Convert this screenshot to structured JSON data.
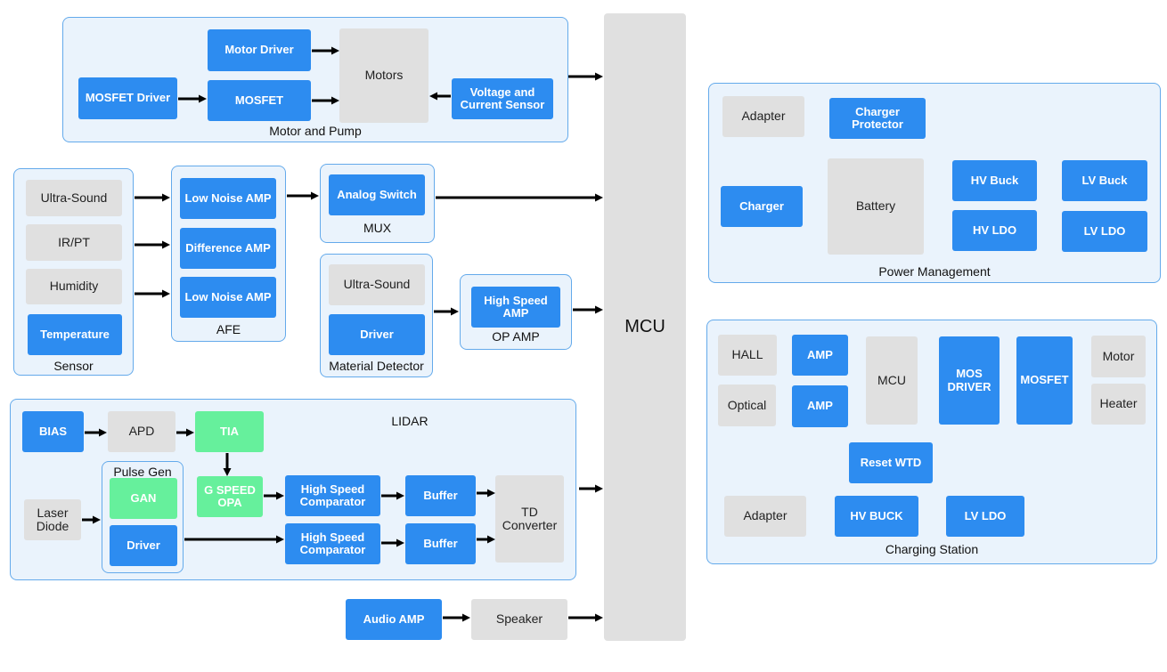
{
  "diagram": {
    "mcu": {
      "label": "MCU"
    },
    "motor_and_pump": {
      "title": "Motor and Pump",
      "motor_driver": "Motor Driver",
      "mosfet_driver": "MOSFET Driver",
      "mosfet": "MOSFET",
      "motors": "Motors",
      "voltage_current_sensor": "Voltage and Current Sensor"
    },
    "sensor": {
      "title": "Sensor",
      "items": [
        "Ultra-Sound",
        "IR/PT",
        "Humidity",
        "Temperature"
      ]
    },
    "afe": {
      "title": "AFE",
      "items": [
        "Low Noise AMP",
        "Difference AMP",
        "Low Noise AMP"
      ]
    },
    "mux": {
      "title": "MUX",
      "analog_switch": "Analog Switch"
    },
    "material_detector": {
      "title": "Material Detector",
      "ultra_sound": "Ultra-Sound",
      "driver": "Driver"
    },
    "op_amp": {
      "title": "OP AMP",
      "high_speed_amp": "High Speed AMP"
    },
    "lidar": {
      "title": "LIDAR",
      "bias": "BIAS",
      "apd": "APD",
      "tia": "TIA",
      "laser_diode": "Laser Diode",
      "pulse_gen": {
        "title": "Pulse Gen",
        "gan": "GAN",
        "driver": "Driver"
      },
      "g_speed_opa": "G SPEED OPA",
      "comparators": [
        "High Speed Comparator",
        "High Speed Comparator"
      ],
      "buffers": [
        "Buffer",
        "Buffer"
      ],
      "td_converter": "TD Converter"
    },
    "audio": {
      "audio_amp": "Audio AMP",
      "speaker": "Speaker"
    },
    "power_management": {
      "title": "Power Management",
      "adapter": "Adapter",
      "charger_protector": "Charger Protector",
      "charger": "Charger",
      "battery": "Battery",
      "hv_buck": "HV Buck",
      "hv_ldo": "HV LDO",
      "lv_buck": "LV Buck",
      "lv_ldo": "LV LDO"
    },
    "charging_station": {
      "title": "Charging Station",
      "hall": "HALL",
      "optical": "Optical",
      "amps": [
        "AMP",
        "AMP"
      ],
      "mcu": "MCU",
      "mos_driver": "MOS DRIVER",
      "mosfet": "MOSFET",
      "motor": "Motor",
      "heater": "Heater",
      "reset_wtd": "Reset WTD",
      "adapter": "Adapter",
      "hv_buck": "HV BUCK",
      "lv_ldo": "LV LDO"
    }
  },
  "colors": {
    "block_blue": "#2D8CF0",
    "block_gray": "#E0E0E0",
    "block_green": "#66F09C",
    "group_fill": "#EAF3FC",
    "group_border": "#64AAEB",
    "arrow": "#000000"
  }
}
